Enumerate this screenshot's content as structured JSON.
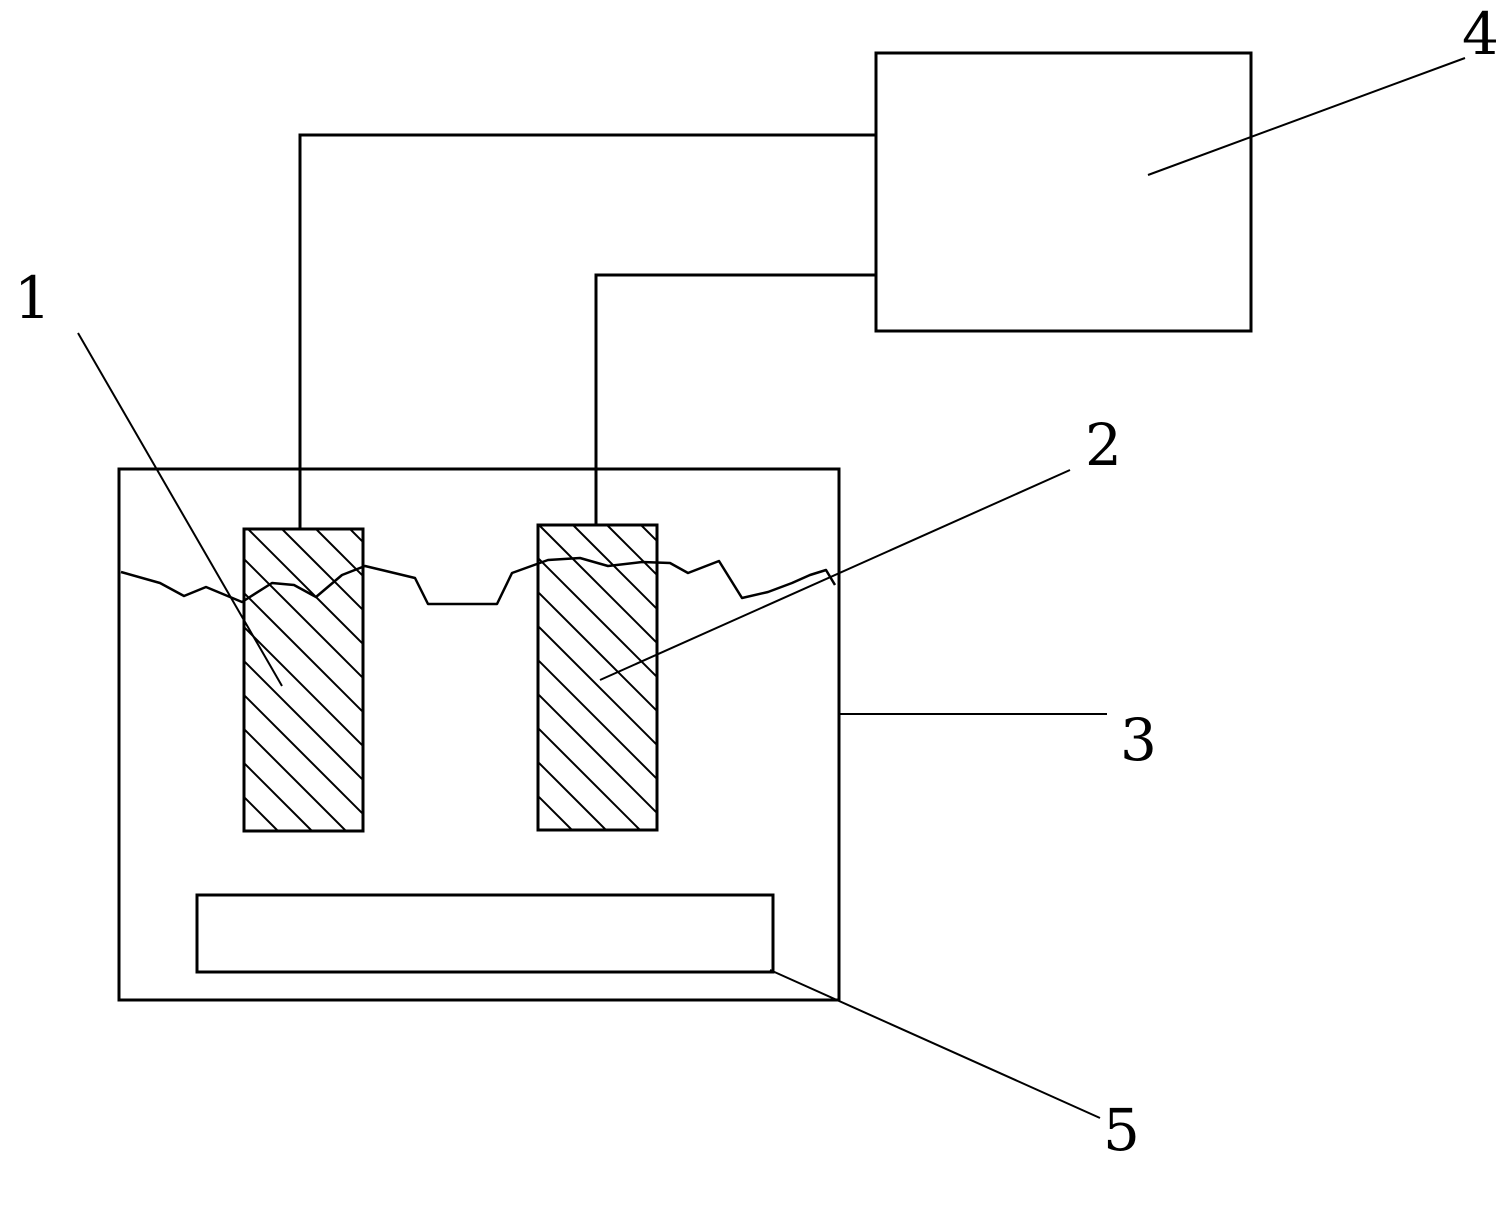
{
  "diagram": {
    "labels": {
      "electrode_one": "1",
      "electrode_two": "2",
      "tank": "3",
      "power_supply": "4",
      "bottom_plate": "5"
    },
    "colors": {
      "line": "#000000",
      "background": "#ffffff"
    }
  }
}
